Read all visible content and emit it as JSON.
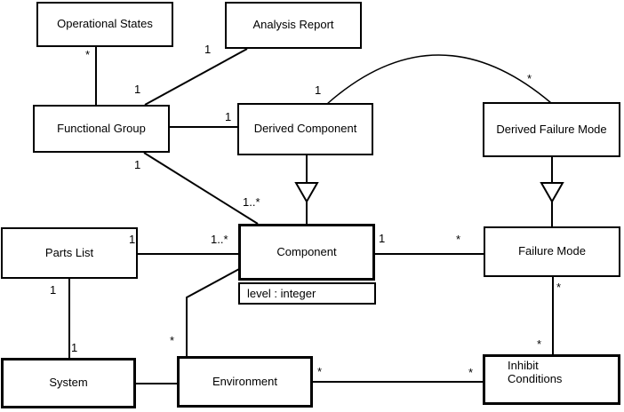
{
  "diagram": {
    "kind": "uml-class-diagram",
    "colors": {
      "background": "#ffffff",
      "line": "#000000",
      "box_fill": "#ffffff",
      "text": "#000000"
    }
  },
  "classes": {
    "operational_states": {
      "name": "Operational States"
    },
    "analysis_report": {
      "name": "Analysis Report"
    },
    "functional_group": {
      "name": "Functional Group"
    },
    "derived_component": {
      "name": "Derived Component"
    },
    "derived_failure_mode": {
      "name": "Derived Failure Mode"
    },
    "parts_list": {
      "name": "Parts List"
    },
    "component": {
      "name": "Component",
      "attributes": [
        "level : integer"
      ]
    },
    "failure_mode": {
      "name": "Failure Mode"
    },
    "system": {
      "name": "System"
    },
    "environment": {
      "name": "Environment"
    },
    "inhibit_conditions": {
      "name": "Inhibit Conditions",
      "name_lines": [
        "Inhibit",
        "Conditions"
      ]
    }
  },
  "multiplicities": {
    "star_op_states": "*",
    "one_fg_analysis_fg_end": "1",
    "one_fg_analysis_ar_end": "1",
    "one_fg_derived_component": "1",
    "one_dc_curve_end": "1",
    "star_dfm_curve_end": "*",
    "one_fg_component_fg_end": "1",
    "onestar_fg_component_end": "1..*",
    "one_pl_component_pl_end": "1",
    "onestar_pl_component_end": "1..*",
    "one_comp_fm_comp_end": "1",
    "star_comp_fm_fm_end": "*",
    "one_pl_system_pl_end": "1",
    "one_pl_system_sys_end": "1",
    "star_env_component_end": "*",
    "star_env_inhibit_env_end": "*",
    "star_env_inhibit_inh_end": "*",
    "star_fm_inhibit_fm_end": "*",
    "star_fm_inhibit_inh_end": "*"
  },
  "relationships": [
    {
      "from": "Functional Group",
      "to": "Operational States",
      "type": "association",
      "to_mult": "*"
    },
    {
      "from": "Functional Group",
      "to": "Analysis Report",
      "type": "association",
      "from_mult": "1",
      "to_mult": "1"
    },
    {
      "from": "Functional Group",
      "to": "Derived Component",
      "type": "association",
      "to_mult": "1"
    },
    {
      "from": "Functional Group",
      "to": "Component",
      "type": "association",
      "from_mult": "1",
      "to_mult": "1..*"
    },
    {
      "from": "Derived Component",
      "to": "Derived Failure Mode",
      "type": "association",
      "from_mult": "1",
      "to_mult": "*"
    },
    {
      "from": "Derived Component",
      "to": "Component",
      "type": "generalization"
    },
    {
      "from": "Derived Failure Mode",
      "to": "Failure Mode",
      "type": "generalization"
    },
    {
      "from": "Parts List",
      "to": "Component",
      "type": "association",
      "from_mult": "1",
      "to_mult": "1..*"
    },
    {
      "from": "Parts List",
      "to": "System",
      "type": "association",
      "from_mult": "1",
      "to_mult": "1"
    },
    {
      "from": "System",
      "to": "Environment",
      "type": "association"
    },
    {
      "from": "Environment",
      "to": "Component",
      "type": "association",
      "from_mult": "*"
    },
    {
      "from": "Environment",
      "to": "Inhibit Conditions",
      "type": "association",
      "from_mult": "*",
      "to_mult": "*"
    },
    {
      "from": "Component",
      "to": "Failure Mode",
      "type": "association",
      "from_mult": "1",
      "to_mult": "*"
    },
    {
      "from": "Failure Mode",
      "to": "Inhibit Conditions",
      "type": "association",
      "from_mult": "*",
      "to_mult": "*"
    }
  ]
}
